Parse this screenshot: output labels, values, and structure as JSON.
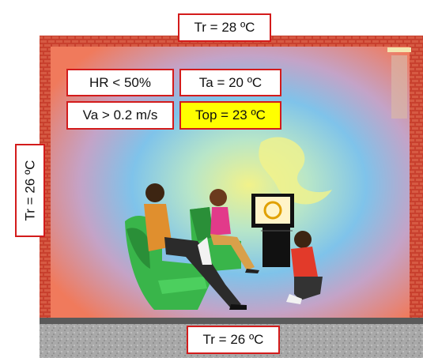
{
  "labels": {
    "radiant_top": "Tr = 28 ºC",
    "radiant_left": "Tr = 26 ºC",
    "radiant_bottom": "Tr = 26 ºC",
    "humidity": "HR < 50%",
    "air_temp": "Ta = 20 ºC",
    "air_velocity": "Va > 0.2 m/s",
    "operative_temp": "Top = 23 ºC"
  },
  "colors": {
    "label_border": "#d31b1b",
    "highlight": "#ffff00",
    "wall_warm": "#f07a5c",
    "wall_cool": "#4aa8e0",
    "brick": "#c8402e"
  },
  "scene": {
    "people": [
      "man-in-armchair",
      "woman-sitting",
      "child-on-floor"
    ],
    "objects": [
      "armchair",
      "sofa",
      "television"
    ]
  }
}
